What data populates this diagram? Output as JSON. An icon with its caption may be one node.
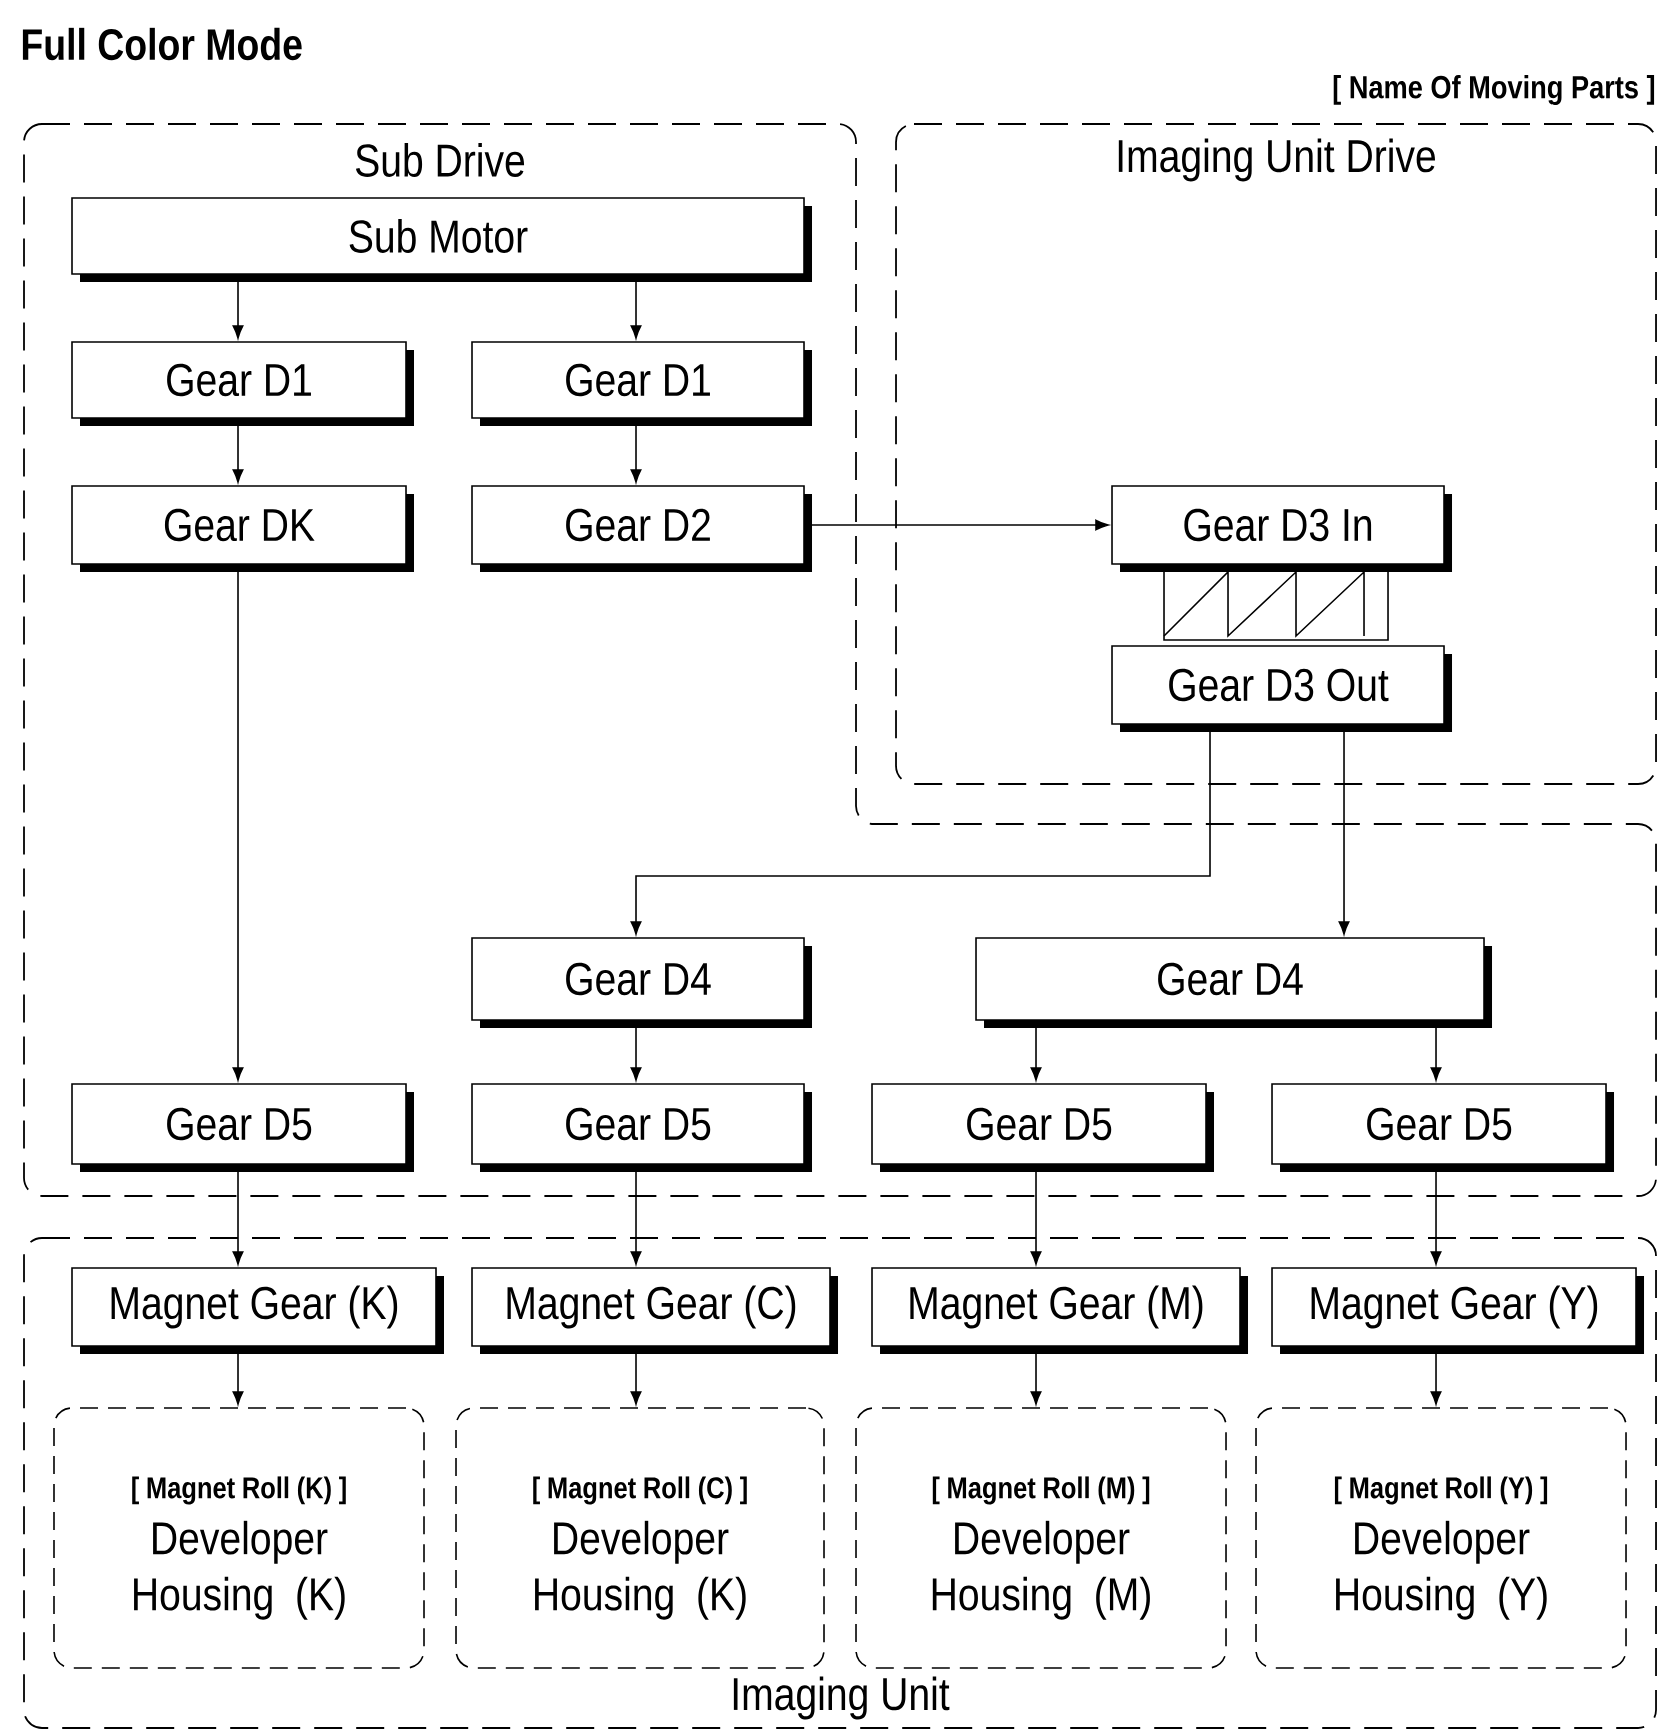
{
  "diagram": {
    "title": "Full Color Mode",
    "nodes": [
      {
        "text": [
          "Sub Drive"
        ]
      },
      {
        "text": [
          "Sub Motor"
        ],
        "in": 0
      },
      {
        "text": [
          "Gear D1"
        ],
        "in": 0
      },
      {
        "text": [
          "Gear D1"
        ],
        "in": 0
      },
      {
        "text": [
          "Gear DK"
        ],
        "in": 0
      },
      {
        "text": [
          "Gear D2"
        ],
        "in": 0
      },
      {
        "text": [
          "Imaging Unit Drive"
        ]
      },
      {
        "text": [
          "Gear D3 In"
        ],
        "in": 6
      },
      {
        "text": [
          "Gear D3 Out"
        ],
        "in": 6
      },
      {
        "text": [
          "Gear D4"
        ],
        "in": 0
      },
      {
        "text": [
          "Gear D4"
        ],
        "in": 0
      },
      {
        "text": [
          "Gear D5"
        ],
        "in": 0
      },
      {
        "text": [
          "Gear D5"
        ],
        "in": 0
      },
      {
        "text": [
          "Gear D5"
        ],
        "in": 0
      },
      {
        "text": [
          "Gear D5"
        ],
        "in": 0
      },
      {
        "text": [
          "Imaging Unit"
        ]
      },
      {
        "text": [
          "Magnet Gear (K)"
        ],
        "in": 15
      },
      {
        "text": [
          "Magnet Gear (C)"
        ],
        "in": 15
      },
      {
        "text": [
          "Magnet Gear (M)"
        ],
        "in": 15
      },
      {
        "text": [
          "Magnet Gear (Y)"
        ],
        "in": 15
      },
      {
        "text": [
          "[ Magnet Roll (K) ]",
          "Developer Housing (K)"
        ],
        "in": 15
      },
      {
        "text": [
          "[ Magnet Roll (C) ]",
          "Developer Housing (K)"
        ],
        "in": 15
      },
      {
        "text": [
          "[ Magnet Roll (M) ]",
          "Developer Housing (M)"
        ],
        "in": 15
      },
      {
        "text": [
          "[ Magnet Roll (Y) ]",
          "Developer Housing (Y)"
        ],
        "in": 15
      }
    ],
    "edges": [
      {
        "from": 1,
        "to": 2,
        "arrow": "to"
      },
      {
        "from": 1,
        "to": 3,
        "arrow": "to"
      },
      {
        "from": 2,
        "to": 4,
        "arrow": "to"
      },
      {
        "from": 3,
        "to": 5,
        "arrow": "to"
      },
      {
        "from": 5,
        "to": 7,
        "arrow": "to"
      },
      {
        "from": 8,
        "to": 9,
        "arrow": "to"
      },
      {
        "from": 8,
        "to": 10,
        "arrow": "to"
      },
      {
        "from": 4,
        "to": 11,
        "arrow": "to"
      },
      {
        "from": 9,
        "to": 12,
        "arrow": "to"
      },
      {
        "from": 10,
        "to": 13,
        "arrow": "to"
      },
      {
        "from": 10,
        "to": 14,
        "arrow": "to"
      },
      {
        "from": 11,
        "to": 16,
        "arrow": "to"
      },
      {
        "from": 12,
        "to": 17,
        "arrow": "to"
      },
      {
        "from": 13,
        "to": 18,
        "arrow": "to"
      },
      {
        "from": 14,
        "to": 19,
        "arrow": "to"
      },
      {
        "from": 16,
        "to": 20,
        "arrow": "to"
      },
      {
        "from": 17,
        "to": 21,
        "arrow": "to"
      },
      {
        "from": 18,
        "to": 22,
        "arrow": "to"
      },
      {
        "from": 19,
        "to": 23,
        "arrow": "to"
      }
    ],
    "labels": [
      "[ Name Of Moving Parts ]"
    ]
  }
}
